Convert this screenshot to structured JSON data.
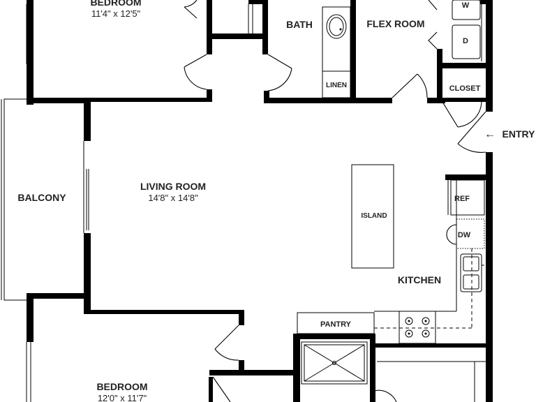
{
  "rooms": {
    "bedroom_top": {
      "name": "BEDROOM",
      "dims": "11'4\" x 12'5\""
    },
    "bath": {
      "name": "BATH"
    },
    "flex": {
      "name": "FLEX ROOM"
    },
    "washer": {
      "name": "W"
    },
    "dryer": {
      "name": "D"
    },
    "closet": {
      "name": "CLOSET"
    },
    "linen": {
      "name": "LINEN"
    },
    "entry": {
      "name": "ENTRY",
      "arrow": "←"
    },
    "balcony": {
      "name": "BALCONY"
    },
    "living": {
      "name": "LIVING ROOM",
      "dims": "14'8\" x 14'8\""
    },
    "island": {
      "name": "ISLAND"
    },
    "ref": {
      "name": "REF"
    },
    "dw": {
      "name": "DW"
    },
    "kitchen": {
      "name": "KITCHEN"
    },
    "pantry": {
      "name": "PANTRY"
    },
    "bedroom_bottom": {
      "name": "BEDROOM",
      "dims": "12'0\" x 11'7\""
    }
  }
}
